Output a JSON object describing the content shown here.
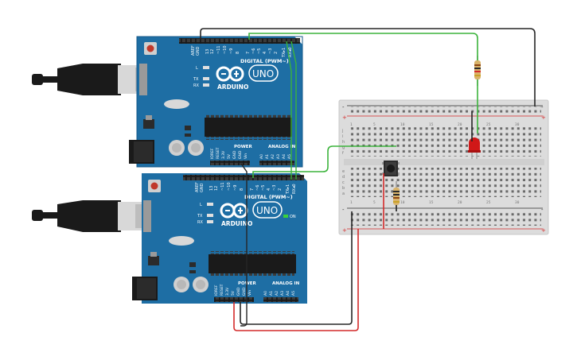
{
  "board_top": {
    "brand": "ARDUINO",
    "model": "UNO",
    "digital_label": "DIGITAL (PWM~)",
    "power_label": "POWER",
    "analog_label": "ANALOG IN",
    "led_l": "L",
    "led_tx": "TX",
    "led_rx": "RX",
    "header_labels": [
      "AREF",
      "GND",
      "13",
      "12",
      "~11",
      "~10",
      "~9",
      "8",
      "7",
      "~6",
      "~5",
      "4",
      "~3",
      "2",
      "TX▸1",
      "RX◂0"
    ],
    "power_pins": [
      "IOREF",
      "RESET",
      "3.3V",
      "5V",
      "GND",
      "GND",
      "Vin"
    ],
    "analog_pins": [
      "A0",
      "A1",
      "A2",
      "A3",
      "A4",
      "A5"
    ]
  },
  "board_bottom": {
    "brand": "ARDUINO",
    "model": "UNO",
    "digital_label": "DIGITAL (PWM~)",
    "power_label": "POWER",
    "analog_label": "ANALOG IN",
    "led_l": "L",
    "led_tx": "TX",
    "led_rx": "RX",
    "on_label": "ON"
  },
  "breadboard": {
    "row_letters_top": [
      "j",
      "i",
      "h",
      "g",
      "f"
    ],
    "row_letters_bottom": [
      "e",
      "d",
      "c",
      "b",
      "a"
    ],
    "col_numbers": [
      "1",
      "5",
      "10",
      "15",
      "20",
      "25",
      "30"
    ],
    "rail_plus": "+",
    "rail_minus": "-"
  },
  "colors": {
    "board": "#1e6ea4",
    "board_dark": "#17598a",
    "wire_green": "#3cb43c",
    "wire_black": "#262626",
    "wire_red": "#d42a2a",
    "led_red": "#d01818"
  }
}
